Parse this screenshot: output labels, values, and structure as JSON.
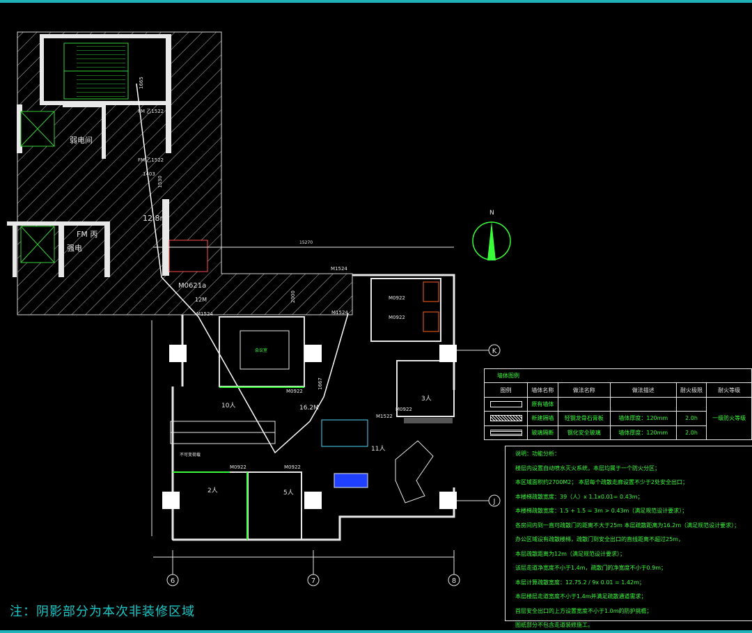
{
  "footer_note": "注：阴影部分为本次非装修区域",
  "north": "N",
  "rooms": {
    "elec_well": "弱电间",
    "fm": "FM 丙",
    "fm_room2": "强电",
    "meeting": "会议室",
    "workstation_10": "10人",
    "workstation_11": "11人",
    "office_3": "3人",
    "office_2": "2人",
    "office_5": "5人",
    "no_load": "不可变荷载"
  },
  "doors": {
    "m0621a": "M0621a",
    "m1524a": "M1524",
    "m1524b": "M1524",
    "m1524c": "M1524",
    "m0922a": "M0922",
    "m0922b": "M0922",
    "m0922c": "M0922",
    "m0922d": "M0922",
    "m0922e": "M0922",
    "m1522": "M1522",
    "m0922f": "M0922",
    "fmz1": "FM 乙1522",
    "fmz2": "FM 乙1522"
  },
  "dims": {
    "d12m": "12.8m",
    "d12": "12M",
    "d162": "16.2M",
    "d1667": "1667",
    "d1403": "1403",
    "d1665": "1665",
    "d1530": "1530",
    "d2000": "2000",
    "top_total": "15270"
  },
  "axes": [
    "6",
    "7",
    "8",
    "K",
    "J"
  ],
  "legend": {
    "title": "墙体图例",
    "headers": [
      "图例",
      "墙体名称",
      "做法名称",
      "做法描述",
      "耐火极限",
      "耐火等级"
    ],
    "rows": [
      [
        "",
        "原有墙体",
        "",
        "",
        "",
        ""
      ],
      [
        "",
        "新建隔墙",
        "轻钢龙骨石膏板",
        "墙体厚度：120mm",
        "2.0h",
        "一级防火等级"
      ],
      [
        "",
        "玻璃隔断",
        "钢化安全玻璃",
        "墙体厚度：120mm",
        "2.0h",
        ""
      ]
    ]
  },
  "notes": [
    "说明：功能分析：",
    "楼层内设置自动喷水灭火系统，本层均属于一个防火分区；",
    "本区域面积约2700M2；  本层每个疏散走廊设置不少于2处安全出口；",
    "本楼梯疏散宽度：39（人）x 1.1x0.01= 0.43m；",
    "本楼梯疏散宽度：1.5 + 1.5 = 3m > 0.43m（满足规范设计要求）；",
    "各房间内到一直可疏散门的距离不大于25m       本层疏散距离为16.2m（满足规范设计要求）；",
    "    办公区域设有疏散楼梯，疏散门到安全出口的直线距离不超过25m，",
    "    本层疏散距离为12m（满足规范设计要求）；",
    "该层走道净宽度不小于1.4m，疏散门的净宽度不小于0.9m；",
    "本层计算疏散宽度：12.75.2 / 9x 0.01 = 1.42m；",
    "本层楼层走道宽度不小于1.4m并满足疏散通道需求；",
    "首层安全出口的上方设置宽度不小于1.0m的防护挑檐；",
    "图纸部分不包含走道装修施工。"
  ]
}
